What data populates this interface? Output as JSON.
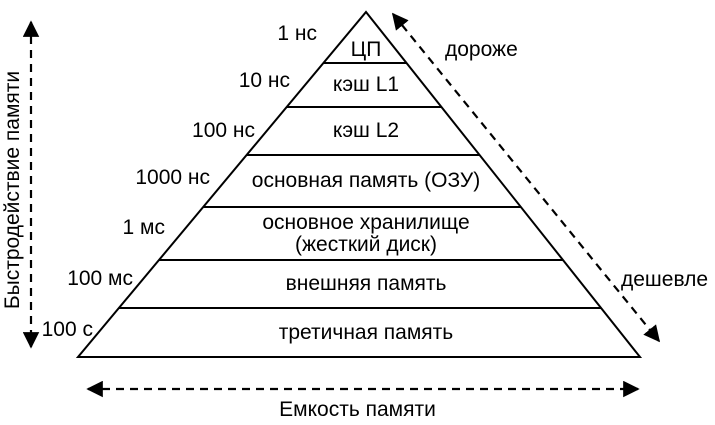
{
  "diagram": {
    "title_semantic": "memory-hierarchy-pyramid",
    "levels": [
      {
        "time": "1 нс",
        "name": "ЦП"
      },
      {
        "time": "10 нс",
        "name": "кэш L1"
      },
      {
        "time": "100 нс",
        "name": "кэш L2"
      },
      {
        "time": "1000 нс",
        "name": "основная память (ОЗУ)"
      },
      {
        "time": "1 мс",
        "name": "основное хранилище (жесткий диск)",
        "name_line1": "основное хранилище",
        "name_line2": "(жесткий диск)"
      },
      {
        "time": "100 мс",
        "name": "внешняя память"
      },
      {
        "time": "100 с",
        "name": "третичная память"
      }
    ],
    "axes": {
      "left_label": "Быстродействие памяти",
      "bottom_label": "Емкость памяти",
      "cost_top_label": "дороже",
      "cost_bottom_label": "дешевле"
    },
    "colors": {
      "line": "#000000",
      "text": "#000000",
      "background": "#ffffff"
    }
  }
}
